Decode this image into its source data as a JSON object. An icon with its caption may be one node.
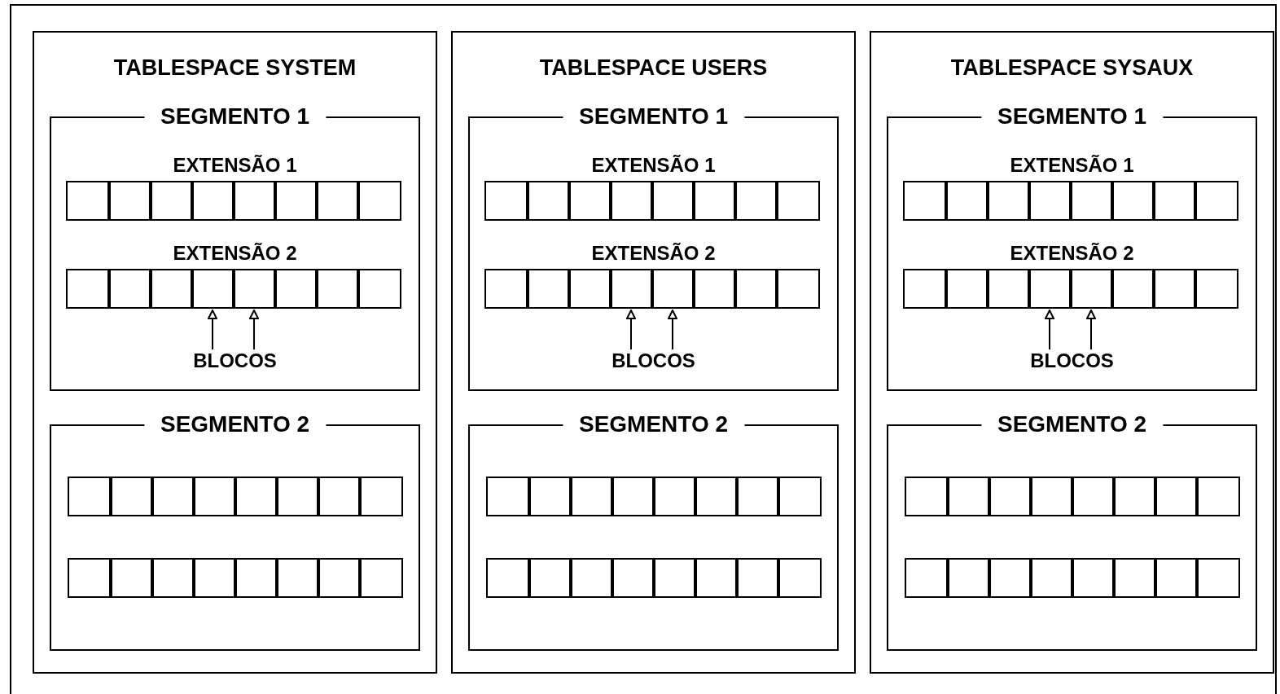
{
  "diagram": {
    "nodes": [
      {
        "text": [],
        "shape": "box"
      },
      {
        "text": [
          "TABLESPACE SYSTEM"
        ],
        "in": 0
      },
      {
        "text": [
          "SEGMENTO 1"
        ],
        "in": 1
      },
      {
        "text": [
          "EXTENSÃO 1"
        ],
        "in": 2
      },
      {
        "text": [],
        "shape": "box",
        "in": 3
      },
      {
        "text": [],
        "shape": "box",
        "in": 3
      },
      {
        "text": [],
        "shape": "box",
        "in": 3
      },
      {
        "text": [],
        "shape": "box",
        "in": 3
      },
      {
        "text": [],
        "shape": "box",
        "in": 3
      },
      {
        "text": [],
        "shape": "box",
        "in": 3
      },
      {
        "text": [],
        "shape": "box",
        "in": 3
      },
      {
        "text": [],
        "shape": "box",
        "in": 3
      },
      {
        "text": [
          "EXTENSÃO 2"
        ],
        "in": 2
      },
      {
        "text": [],
        "shape": "box",
        "in": 12
      },
      {
        "text": [],
        "shape": "box",
        "in": 12
      },
      {
        "text": [],
        "shape": "box",
        "in": 12
      },
      {
        "text": [],
        "shape": "box",
        "in": 12
      },
      {
        "text": [],
        "shape": "box",
        "in": 12
      },
      {
        "text": [],
        "shape": "box",
        "in": 12
      },
      {
        "text": [],
        "shape": "box",
        "in": 12
      },
      {
        "text": [],
        "shape": "box",
        "in": 12
      },
      {
        "text": [
          "BLOCOS"
        ],
        "in": 2
      },
      {
        "text": [
          "SEGMENTO 2"
        ],
        "in": 1
      },
      {
        "text": [],
        "shape": "bar",
        "in": 22
      },
      {
        "text": [],
        "shape": "box",
        "in": 23
      },
      {
        "text": [],
        "shape": "box",
        "in": 23
      },
      {
        "text": [],
        "shape": "box",
        "in": 23
      },
      {
        "text": [],
        "shape": "box",
        "in": 23
      },
      {
        "text": [],
        "shape": "box",
        "in": 23
      },
      {
        "text": [],
        "shape": "box",
        "in": 23
      },
      {
        "text": [],
        "shape": "box",
        "in": 23
      },
      {
        "text": [],
        "shape": "box",
        "in": 23
      },
      {
        "text": [],
        "shape": "bar",
        "in": 22
      },
      {
        "text": [],
        "shape": "box",
        "in": 32
      },
      {
        "text": [],
        "shape": "box",
        "in": 32
      },
      {
        "text": [],
        "shape": "box",
        "in": 32
      },
      {
        "text": [],
        "shape": "box",
        "in": 32
      },
      {
        "text": [],
        "shape": "box",
        "in": 32
      },
      {
        "text": [],
        "shape": "box",
        "in": 32
      },
      {
        "text": [],
        "shape": "box",
        "in": 32
      },
      {
        "text": [],
        "shape": "box",
        "in": 32
      },
      {
        "text": [
          "TABLESPACE USERS"
        ],
        "in": 0
      },
      {
        "text": [
          "SEGMENTO 1"
        ],
        "in": 41
      },
      {
        "text": [
          "EXTENSÃO 1"
        ],
        "in": 42
      },
      {
        "text": [],
        "shape": "box",
        "in": 43
      },
      {
        "text": [],
        "shape": "box",
        "in": 43
      },
      {
        "text": [],
        "shape": "box",
        "in": 43
      },
      {
        "text": [],
        "shape": "box",
        "in": 43
      },
      {
        "text": [],
        "shape": "box",
        "in": 43
      },
      {
        "text": [],
        "shape": "box",
        "in": 43
      },
      {
        "text": [],
        "shape": "box",
        "in": 43
      },
      {
        "text": [],
        "shape": "box",
        "in": 43
      },
      {
        "text": [
          "EXTENSÃO 2"
        ],
        "in": 42
      },
      {
        "text": [],
        "shape": "box",
        "in": 52
      },
      {
        "text": [],
        "shape": "box",
        "in": 52
      },
      {
        "text": [],
        "shape": "box",
        "in": 52
      },
      {
        "text": [],
        "shape": "box",
        "in": 52
      },
      {
        "text": [],
        "shape": "box",
        "in": 52
      },
      {
        "text": [],
        "shape": "box",
        "in": 52
      },
      {
        "text": [],
        "shape": "box",
        "in": 52
      },
      {
        "text": [],
        "shape": "box",
        "in": 52
      },
      {
        "text": [
          "BLOCOS"
        ],
        "in": 42
      },
      {
        "text": [
          "SEGMENTO 2"
        ],
        "in": 41
      },
      {
        "text": [],
        "shape": "bar",
        "in": 62
      },
      {
        "text": [],
        "shape": "box",
        "in": 63
      },
      {
        "text": [],
        "shape": "box",
        "in": 63
      },
      {
        "text": [],
        "shape": "box",
        "in": 63
      },
      {
        "text": [],
        "shape": "box",
        "in": 63
      },
      {
        "text": [],
        "shape": "box",
        "in": 63
      },
      {
        "text": [],
        "shape": "box",
        "in": 63
      },
      {
        "text": [],
        "shape": "box",
        "in": 63
      },
      {
        "text": [],
        "shape": "box",
        "in": 63
      },
      {
        "text": [],
        "shape": "bar",
        "in": 62
      },
      {
        "text": [],
        "shape": "box",
        "in": 72
      },
      {
        "text": [],
        "shape": "box",
        "in": 72
      },
      {
        "text": [],
        "shape": "box",
        "in": 72
      },
      {
        "text": [],
        "shape": "box",
        "in": 72
      },
      {
        "text": [],
        "shape": "box",
        "in": 72
      },
      {
        "text": [],
        "shape": "box",
        "in": 72
      },
      {
        "text": [],
        "shape": "box",
        "in": 72
      },
      {
        "text": [],
        "shape": "box",
        "in": 72
      },
      {
        "text": [
          "TABLESPACE SYSAUX"
        ],
        "in": 0
      },
      {
        "text": [
          "SEGMENTO 1"
        ],
        "in": 81
      },
      {
        "text": [
          "EXTENSÃO 1"
        ],
        "in": 82
      },
      {
        "text": [],
        "shape": "box",
        "in": 83
      },
      {
        "text": [],
        "shape": "box",
        "in": 83
      },
      {
        "text": [],
        "shape": "box",
        "in": 83
      },
      {
        "text": [],
        "shape": "box",
        "in": 83
      },
      {
        "text": [],
        "shape": "box",
        "in": 83
      },
      {
        "text": [],
        "shape": "box",
        "in": 83
      },
      {
        "text": [],
        "shape": "box",
        "in": 83
      },
      {
        "text": [],
        "shape": "box",
        "in": 83
      },
      {
        "text": [
          "EXTENSÃO 2"
        ],
        "in": 82
      },
      {
        "text": [],
        "shape": "box",
        "in": 92
      },
      {
        "text": [],
        "shape": "box",
        "in": 92
      },
      {
        "text": [],
        "shape": "box",
        "in": 92
      },
      {
        "text": [],
        "shape": "box",
        "in": 92
      },
      {
        "text": [],
        "shape": "box",
        "in": 92
      },
      {
        "text": [],
        "shape": "box",
        "in": 92
      },
      {
        "text": [],
        "shape": "box",
        "in": 92
      },
      {
        "text": [],
        "shape": "box",
        "in": 92
      },
      {
        "text": [
          "BLOCOS"
        ],
        "in": 82
      },
      {
        "text": [
          "SEGMENTO 2"
        ],
        "in": 81
      },
      {
        "text": [],
        "shape": "bar",
        "in": 102
      },
      {
        "text": [],
        "shape": "box",
        "in": 103
      },
      {
        "text": [],
        "shape": "box",
        "in": 103
      },
      {
        "text": [],
        "shape": "box",
        "in": 103
      },
      {
        "text": [],
        "shape": "box",
        "in": 103
      },
      {
        "text": [],
        "shape": "box",
        "in": 103
      },
      {
        "text": [],
        "shape": "box",
        "in": 103
      },
      {
        "text": [],
        "shape": "box",
        "in": 103
      },
      {
        "text": [],
        "shape": "box",
        "in": 103
      },
      {
        "text": [],
        "shape": "bar",
        "in": 102
      },
      {
        "text": [],
        "shape": "box",
        "in": 112
      },
      {
        "text": [],
        "shape": "box",
        "in": 112
      },
      {
        "text": [],
        "shape": "box",
        "in": 112
      },
      {
        "text": [],
        "shape": "box",
        "in": 112
      },
      {
        "text": [],
        "shape": "box",
        "in": 112
      },
      {
        "text": [],
        "shape": "box",
        "in": 112
      },
      {
        "text": [],
        "shape": "box",
        "in": 112
      },
      {
        "text": [],
        "shape": "box",
        "in": 112
      }
    ],
    "edges": [
      {
        "from": 21,
        "to": 16,
        "arrow": "to"
      },
      {
        "from": 21,
        "to": 17,
        "arrow": "to"
      },
      {
        "from": 61,
        "to": 56,
        "arrow": "to"
      },
      {
        "from": 61,
        "to": 57,
        "arrow": "to"
      },
      {
        "from": 101,
        "to": 96,
        "arrow": "to"
      },
      {
        "from": 101,
        "to": 97,
        "arrow": "to"
      }
    ]
  }
}
